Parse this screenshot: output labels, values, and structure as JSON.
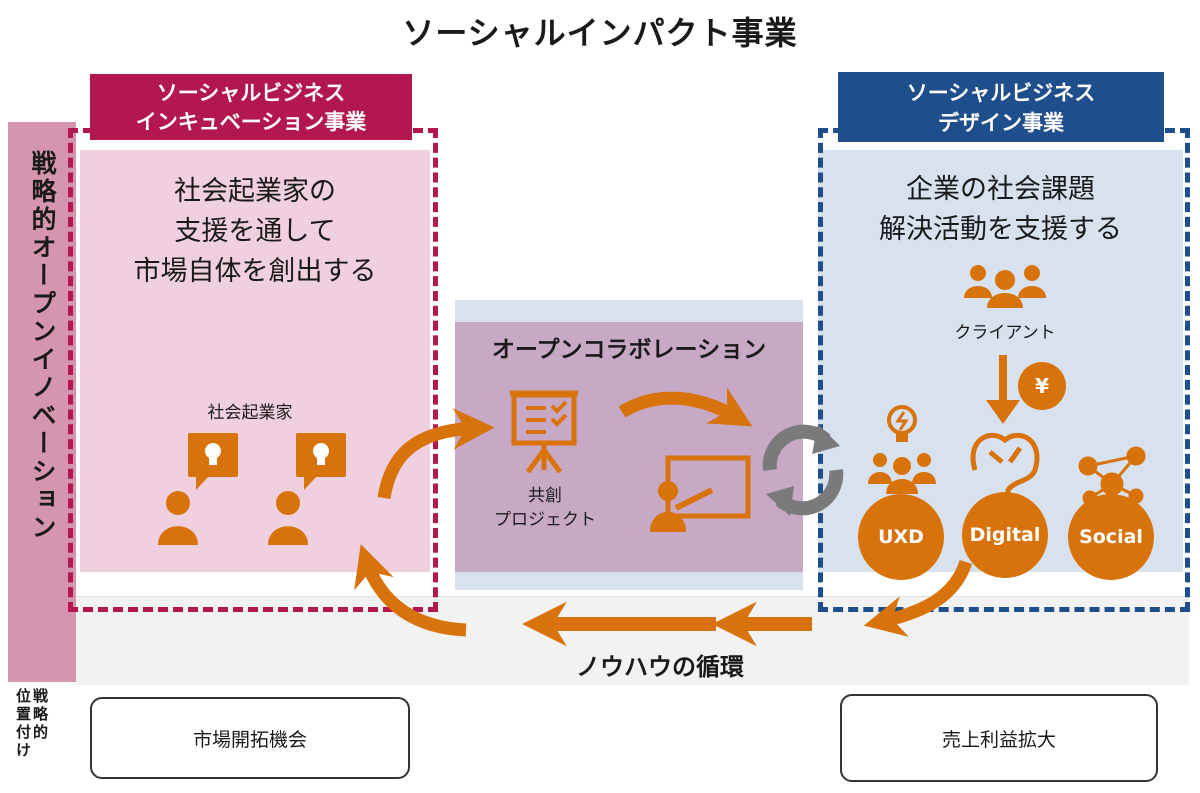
{
  "title": "ソーシャルインパクト事業",
  "strategic_open_innovation": "戦略的オープンイノベーション",
  "left_section": {
    "banner_line1": "ソーシャルビジネス",
    "banner_line2": "インキュベーション事業",
    "desc_line1": "社会起業家の",
    "desc_line2": "支援を通して",
    "desc_line3": "市場自体を創出する",
    "entrepreneur_label": "社会起業家"
  },
  "right_section": {
    "banner_line1": "ソーシャルビジネス",
    "banner_line2": "デザイン事業",
    "desc_line1": "企業の社会課題",
    "desc_line2": "解決活動を支援する",
    "client_label": "クライアント",
    "yen": "¥",
    "circles": [
      "UXD",
      "Digital",
      "Social"
    ]
  },
  "middle": {
    "open_collab": "オープンコラボレーション",
    "project_line1": "共創",
    "project_line2": "プロジェクト"
  },
  "cycle_label": "ノウハウの循環",
  "positioning": {
    "col1": "位置付け",
    "col2": "戦略的"
  },
  "boxes": {
    "left": "市場開拓機会",
    "right": "売上利益拡大"
  },
  "colors": {
    "magenta": "#b3174f",
    "navy": "#1f4e8c",
    "orange": "#d8720a"
  }
}
